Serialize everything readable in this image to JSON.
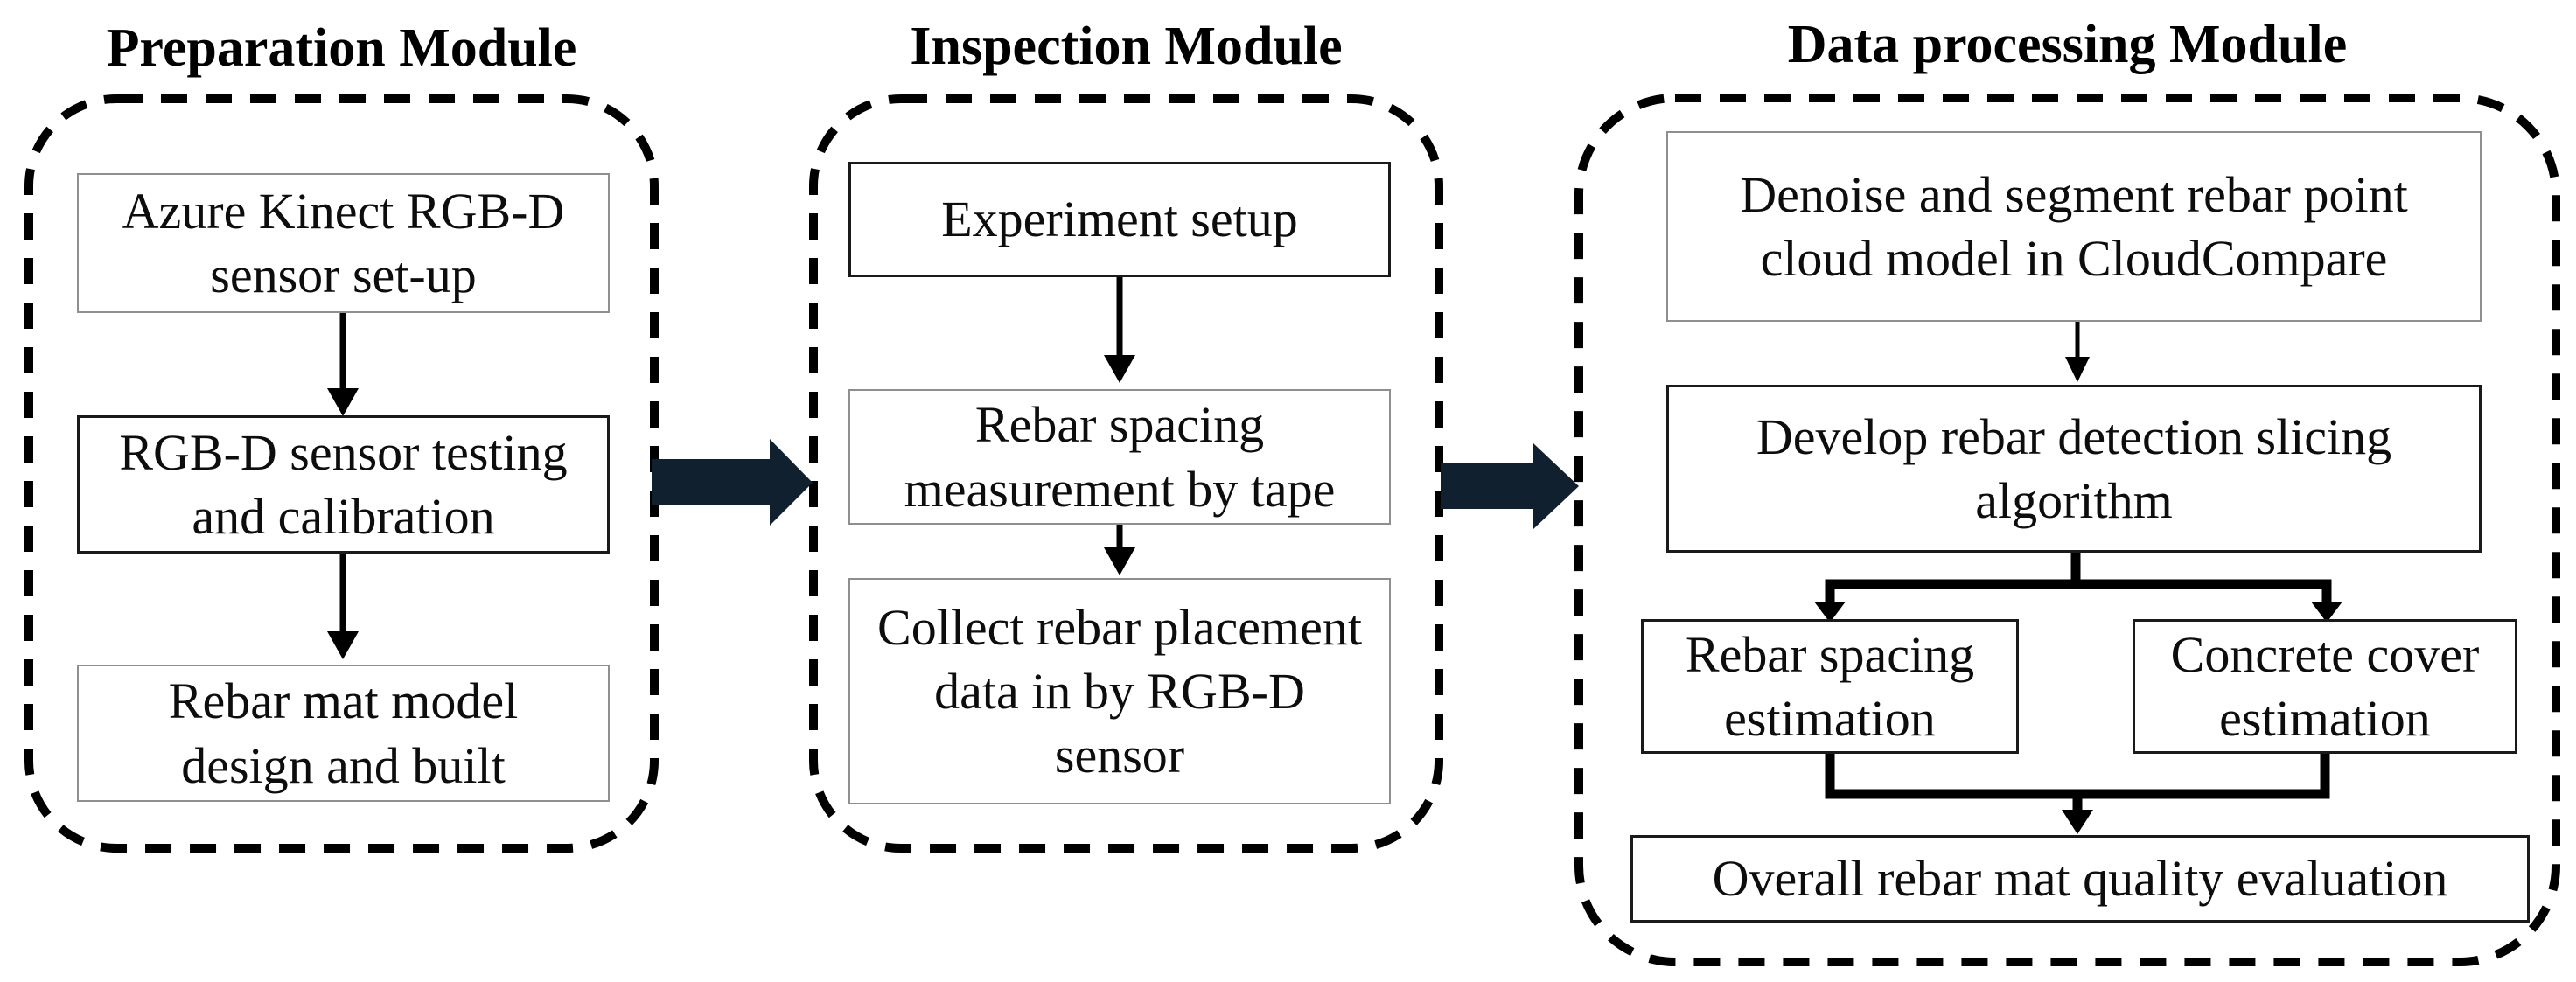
{
  "figure_type": "three-module rebar inspection workflow flowchart",
  "colors": {
    "background": "#ffffff",
    "line": "#000000",
    "text": "#0d0d0d",
    "light_box_border": "#8f8f8f",
    "dark_box_border": "#1a1a1a",
    "block_arrow": "#11202e"
  },
  "modules": [
    {
      "title": "Preparation Module",
      "steps": [
        "Azure Kinect RGB-D\nsensor set-up",
        "RGB-D sensor testing\nand calibration",
        "Rebar mat model\ndesign and built"
      ]
    },
    {
      "title": "Inspection Module",
      "steps": [
        "Experiment setup",
        "Rebar spacing\nmeasurement by tape",
        "Collect rebar placement\ndata in by RGB-D\nsensor"
      ]
    },
    {
      "title": "Data processing Module",
      "steps": [
        "Denoise and segment rebar point\ncloud model in CloudCompare",
        "Develop rebar detection slicing\nalgorithm",
        "Rebar spacing\nestimation",
        "Concrete cover\nestimation",
        "Overall rebar mat quality evaluation"
      ]
    }
  ]
}
